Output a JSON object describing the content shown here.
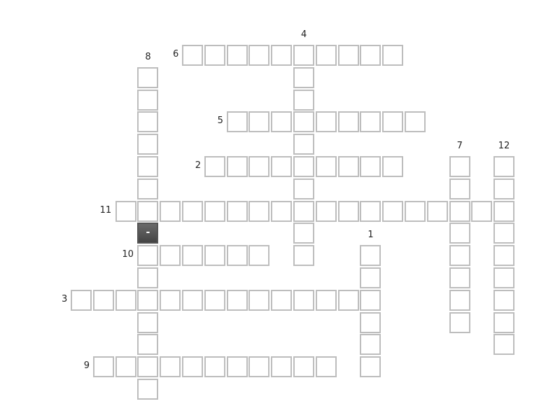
{
  "puzzle": {
    "words": [
      {
        "number": "1",
        "direction": "down",
        "length": 6
      },
      {
        "number": "2",
        "direction": "across",
        "length": 9
      },
      {
        "number": "3",
        "direction": "across",
        "length": 14
      },
      {
        "number": "4",
        "direction": "down",
        "length": 10
      },
      {
        "number": "5",
        "direction": "across",
        "length": 9
      },
      {
        "number": "6",
        "direction": "across",
        "length": 10
      },
      {
        "number": "7",
        "direction": "down",
        "length": 8
      },
      {
        "number": "8",
        "direction": "down",
        "length": 15
      },
      {
        "number": "9",
        "direction": "across",
        "length": 11
      },
      {
        "number": "10",
        "direction": "across",
        "length": 6
      },
      {
        "number": "11",
        "direction": "across",
        "length": 18
      },
      {
        "number": "12",
        "direction": "down",
        "length": 9
      }
    ],
    "filled_cells": [
      {
        "word": "8",
        "index": 7,
        "text": "-"
      }
    ]
  }
}
